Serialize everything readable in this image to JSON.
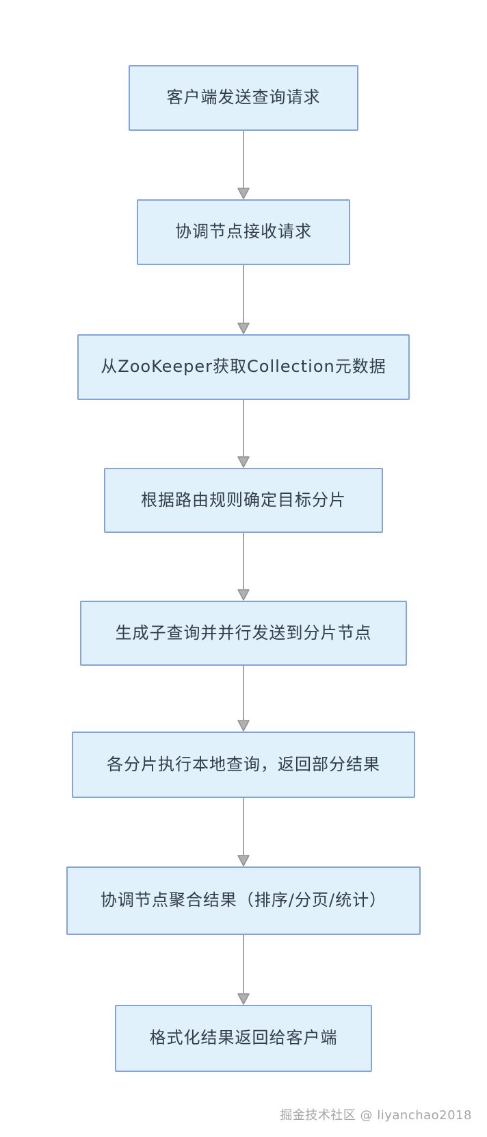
{
  "diagram": {
    "type": "flowchart",
    "direction": "top-down"
  },
  "steps": [
    {
      "label": "客户端发送查询请求"
    },
    {
      "label": "协调节点接收请求"
    },
    {
      "label": "从ZooKeeper获取Collection元数据"
    },
    {
      "label": "根据路由规则确定目标分片"
    },
    {
      "label": "生成子查询并并行发送到分片节点"
    },
    {
      "label": "各分片执行本地查询，返回部分结果"
    },
    {
      "label": "协调节点聚合结果（排序/分页/统计）"
    },
    {
      "label": "格式化结果返回给客户端"
    }
  ],
  "edges": [
    {
      "from": 1,
      "to": 2
    },
    {
      "from": 2,
      "to": 3
    },
    {
      "from": 3,
      "to": 4
    },
    {
      "from": 4,
      "to": 5
    },
    {
      "from": 5,
      "to": 6
    },
    {
      "from": 6,
      "to": 7
    },
    {
      "from": 7,
      "to": 8
    }
  ],
  "footer": {
    "text": "掘金技术社区 @ liyanchao2018"
  },
  "colors": {
    "box_fill": "#e1f1fc",
    "box_border": "#84a3d8",
    "box_text": "#333d49",
    "arrow": "#a6a6a6",
    "arrow_head_fill": "#b0b0b0",
    "arrow_head_stroke": "#8f8f8f",
    "watermark": "#a5a5a5",
    "background": "#ffffff"
  }
}
